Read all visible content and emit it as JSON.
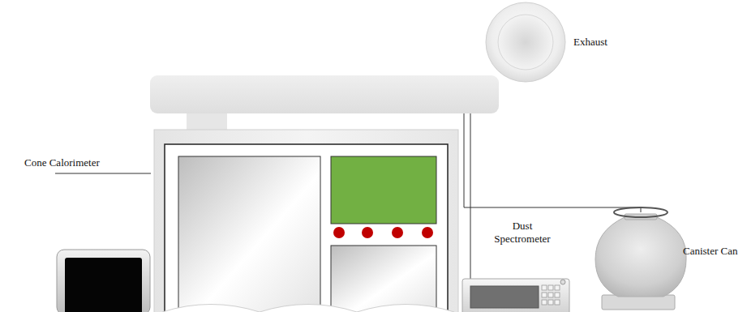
{
  "diagram": {
    "labels": [
      "Exhaust",
      "Cone Calorimeter",
      "Dust Spectrometer",
      "Canister Can"
    ]
  }
}
